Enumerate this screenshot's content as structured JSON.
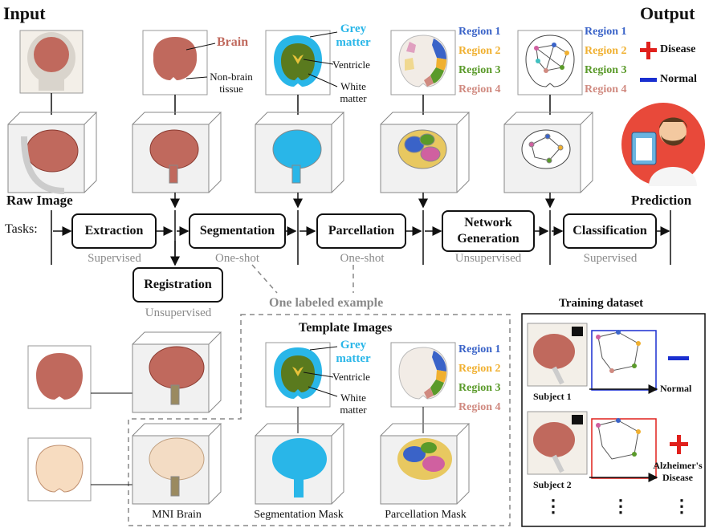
{
  "header": {
    "input": "Input",
    "output": "Output",
    "raw_image": "Raw Image",
    "prediction": "Prediction",
    "tasks_prefix": "Tasks:"
  },
  "top_panels": {
    "brain": "Brain",
    "non_brain": "Non-brain",
    "tissue": "tissue",
    "grey": "Grey",
    "matter": "matter",
    "ventricle": "Ventricle",
    "white": "White",
    "white_matter": "matter"
  },
  "regions": [
    "Region 1",
    "Region 2",
    "Region 3",
    "Region 4"
  ],
  "region_colors": [
    "#3a63c8",
    "#f0b030",
    "#5a9a2a",
    "#d08a80"
  ],
  "outcomes": {
    "disease": "Disease",
    "normal": "Normal"
  },
  "tasks": [
    {
      "label": "Extraction",
      "method": "Supervised"
    },
    {
      "label": "Segmentation",
      "method": "One-shot"
    },
    {
      "label": "Parcellation",
      "method": "One-shot"
    },
    {
      "label": "Network Generation",
      "label_line1": "Network",
      "label_line2": "Generation",
      "method": "Unsupervised"
    },
    {
      "label": "Classification",
      "method": "Supervised"
    }
  ],
  "registration": {
    "label": "Registration",
    "method": "Unsupervised"
  },
  "labeled_example": "One labeled example",
  "template": {
    "title": "Template Images",
    "mni": "MNI Brain",
    "seg_mask": "Segmentation Mask",
    "parc_mask": "Parcellation Mask"
  },
  "training": {
    "title": "Training dataset",
    "subject1": "Subject 1",
    "subject2": "Subject 2",
    "normal": "Normal",
    "alz1": "Alzheimer's",
    "alz2": "Disease",
    "dots": "⋮"
  },
  "colors": {
    "brain": "#c0695d",
    "grey_matter": "#29b6e8",
    "white_matter": "#5a7a1e",
    "ventricle": "#e9c23a",
    "disease": "#e0201c",
    "normal": "#1a2fd0",
    "dashed": "#888888",
    "mni": "#f7dcc0"
  },
  "icons": [
    "brain-icon",
    "skull-icon",
    "cube-icon",
    "doctor-icon",
    "clipboard-icon",
    "plus-icon",
    "minus-icon",
    "arrow-icon",
    "network-icon"
  ]
}
